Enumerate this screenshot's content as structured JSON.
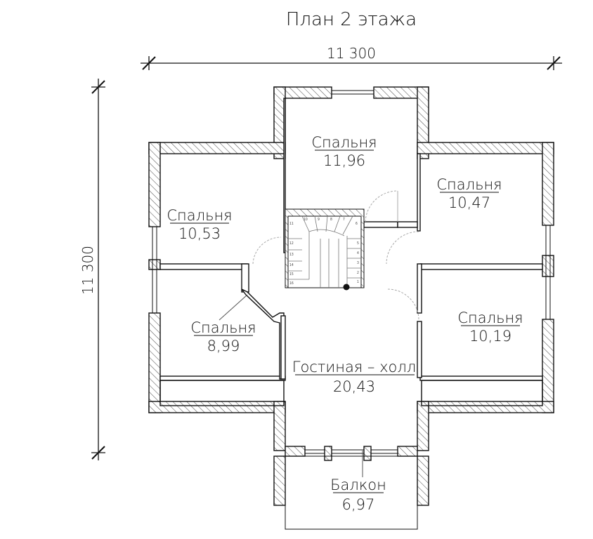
{
  "plan": {
    "title": "План 2 этажа",
    "dimensions": {
      "width": "11 300",
      "height": "11 300"
    },
    "rooms": [
      {
        "id": "bedroom-top",
        "name": "Спальня",
        "area": "11,96"
      },
      {
        "id": "bedroom-left-upper",
        "name": "Спальня",
        "area": "10,53"
      },
      {
        "id": "bedroom-right-upper",
        "name": "Спальня",
        "area": "10,47"
      },
      {
        "id": "bedroom-left-lower",
        "name": "Спальня",
        "area": "8,99"
      },
      {
        "id": "bedroom-right-lower",
        "name": "Спальня",
        "area": "10,19"
      },
      {
        "id": "living-hall",
        "name": "Гостиная – холл",
        "area": "20,43"
      },
      {
        "id": "balcony",
        "name": "Балкон",
        "area": "6,97"
      }
    ],
    "stair_steps": [
      "1",
      "2",
      "3",
      "4",
      "5",
      "6",
      "7",
      "8",
      "9",
      "10",
      "11",
      "12",
      "13",
      "14",
      "15",
      "16"
    ]
  }
}
